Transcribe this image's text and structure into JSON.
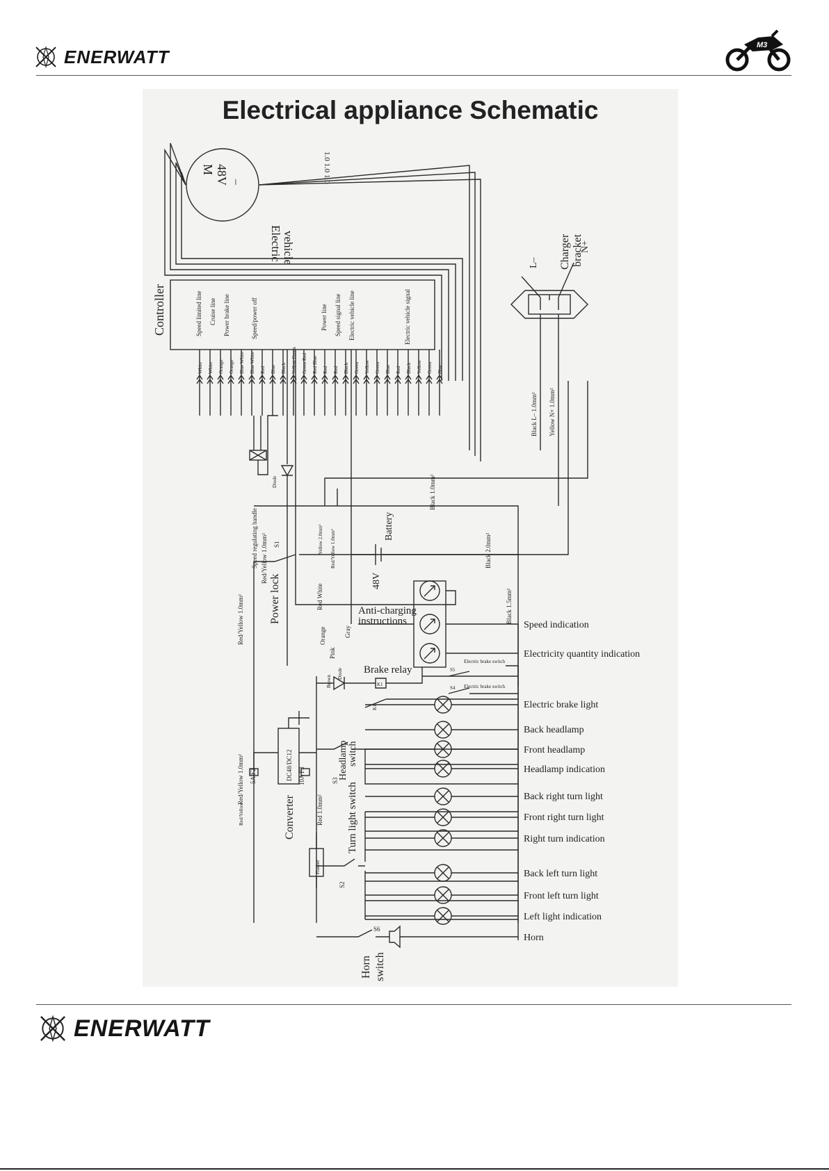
{
  "brand": {
    "name": "ENERWATT",
    "badge": "M3"
  },
  "diagram": {
    "title": "Electrical appliance Schematic",
    "motor": {
      "symbol": "M",
      "voltage": "48V",
      "polarity": "–",
      "caption_1": "Electric",
      "caption_2": "vehicle",
      "wire_labels": "1.0 1.0 1.0"
    },
    "controller": {
      "label": "Controller",
      "functions": [
        "Speed limited line",
        "Cruise line",
        "Power brake line",
        "Speed/power off",
        "Power line",
        "Speed signal line",
        "Electric vehicle line",
        "Electric vehicle signal"
      ],
      "wire_colors": [
        "White",
        "White",
        "Orange",
        "Orange",
        "Blue White",
        "Blue White",
        "Red",
        "Blue",
        "Black",
        "Yellow Green",
        "Green Red",
        "Red Blue",
        "Red",
        "Red",
        "Black",
        "Green",
        "Yellow",
        "Green",
        "Blue",
        "Red",
        "Black",
        "Yellow",
        "Green",
        "Blue"
      ]
    },
    "charger": {
      "label_1": "Charger",
      "label_2": "bracket",
      "neg": "L–",
      "pos": "N+",
      "wire_neg": "Black L– 1.0mm²",
      "wire_pos": "Yellow N+ 1.0mm²"
    },
    "speed_handle": "Speed regulating handle",
    "diode_1": "Diode",
    "power_lock": {
      "label": "Power lock",
      "switch": "S1"
    },
    "battery": {
      "label": "Battery",
      "voltage": "48V"
    },
    "wires": {
      "yellow": "Yellow 2.0mm²",
      "red_yellow_top": "Red/Yellow 1.0mm²",
      "red_yellow_a": "Red/Yellow 1.0mm²",
      "red_yellow_b": "Red/Yellow 1.0mm²",
      "red_yellow_c": "Red/Yellow 1.0mm²",
      "red_yellow_d": "Red/Yellow",
      "black_a": "Black 1.0mm²",
      "black_b": "Black 2.0mm²",
      "black_c": "Black 1.5mm²",
      "red_white": "Red White",
      "orange": "Orange",
      "pink": "Pink",
      "gray": "Gray",
      "brown": "Brown",
      "red": "Red 1.0mm²"
    },
    "anti_charging": {
      "line_1": "Anti-charging",
      "line_2": "instructions"
    },
    "converter": {
      "label": "Converter",
      "model": "DC48/DC12",
      "fuse_in": "5A F2",
      "fuse_out": "10A F3"
    },
    "brake_relay": {
      "label": "Brake relay",
      "coil": "K1",
      "diode": "Diode",
      "sw_a": "S5",
      "sw_b": "S4",
      "sw_caption": "Electric brake switch",
      "contact": "K1"
    },
    "headlamp_switch": {
      "label_1": "Headlamp",
      "label_2": "switch",
      "id": "S3"
    },
    "turn_switch": {
      "label": "Turn light switch",
      "id": "S2",
      "flasher": "Flasher"
    },
    "horn_switch": {
      "label_1": "Horn",
      "label_2": "switch",
      "id": "S6"
    },
    "outputs": [
      "Speed indication",
      "Electricity quantity indication",
      "Electric brake light",
      "Back headlamp",
      "Front headlamp",
      "Headlamp indication",
      "Back right turn light",
      "Front right turn light",
      "Right turn indication",
      "Back left turn light",
      "Front left turn light",
      "Left light indication",
      "Horn"
    ]
  }
}
